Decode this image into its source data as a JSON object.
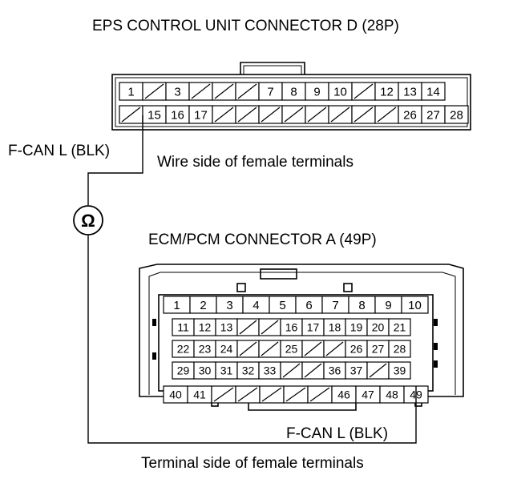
{
  "eps": {
    "title": "EPS CONTROL UNIT CONNECTOR D (28P)",
    "note": "Wire side of female terminals",
    "row1": [
      "1",
      "",
      "3",
      "",
      "",
      "",
      "7",
      "8",
      "9",
      "10",
      "",
      "12",
      "13",
      "14"
    ],
    "row2": [
      "",
      "15",
      "16",
      "17",
      "",
      "",
      "",
      "",
      "",
      "",
      "",
      "",
      "26",
      "27",
      "28"
    ]
  },
  "ecm": {
    "title": "ECM/PCM CONNECTOR A (49P)",
    "note": "Terminal side of female terminals",
    "row1": [
      "1",
      "2",
      "3",
      "4",
      "5",
      "6",
      "7",
      "8",
      "9",
      "10"
    ],
    "row2": [
      "11",
      "12",
      "13",
      "",
      "",
      "16",
      "17",
      "18",
      "19",
      "20",
      "21"
    ],
    "row3": [
      "22",
      "23",
      "24",
      "",
      "",
      "25",
      "",
      "",
      "26",
      "27",
      "28"
    ],
    "row4": [
      "29",
      "30",
      "31",
      "32",
      "33",
      "",
      "",
      "36",
      "37",
      "",
      "39"
    ],
    "row5": [
      "40",
      "41",
      "",
      "",
      "",
      "",
      "",
      "46",
      "47",
      "48",
      "49"
    ]
  },
  "probe": {
    "symbol": "Ω",
    "wire_top": "F-CAN L (BLK)",
    "wire_bottom": "F-CAN L (BLK)"
  }
}
